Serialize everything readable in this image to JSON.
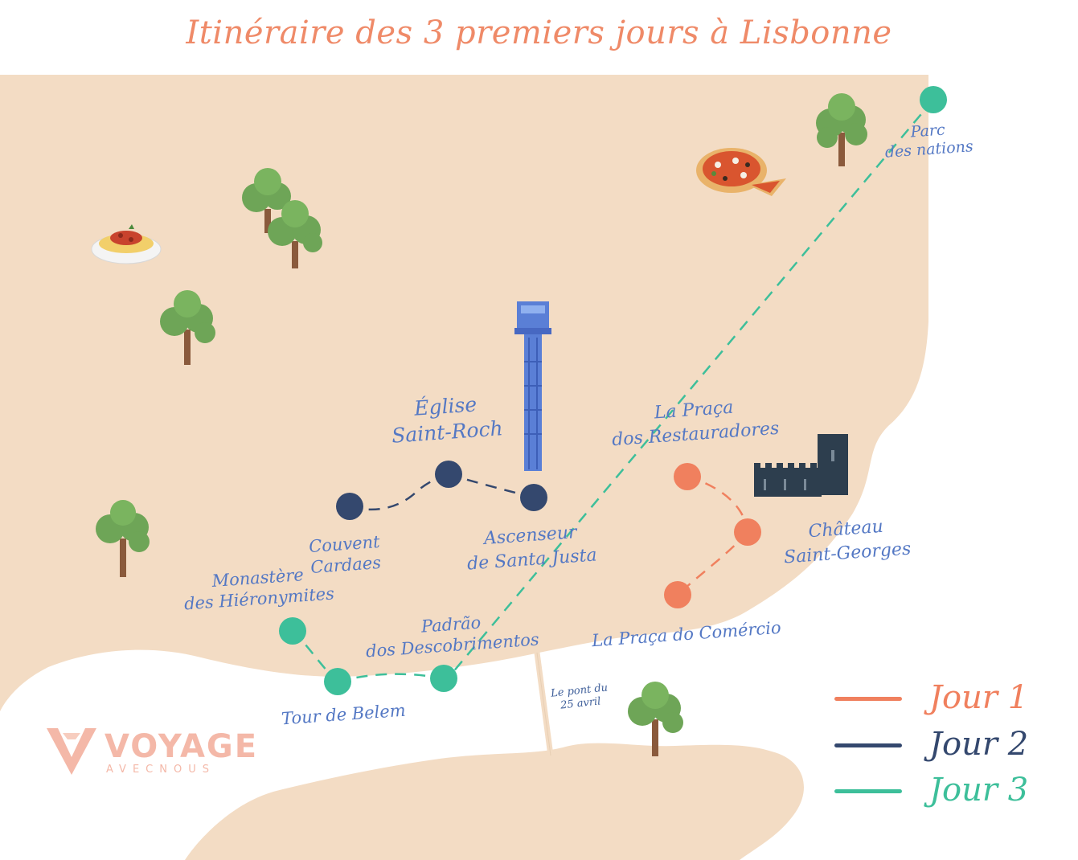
{
  "title": "Itinéraire des 3 premiers jours à Lisbonne",
  "colors": {
    "land": "#f3dcc4",
    "sea": "#ffffff",
    "day1": "#f0805e",
    "day2": "#34486e",
    "day3": "#3dbf9a",
    "label": "#5478c4",
    "tree_leaf": "#6ea557",
    "tree_trunk": "#8a5a3c"
  },
  "days": [
    {
      "label": "Jour 1",
      "color": "#f0805e"
    },
    {
      "label": "Jour 2",
      "color": "#34486e"
    },
    {
      "label": "Jour 3",
      "color": "#3dbf9a"
    }
  ],
  "places": {
    "parc_nations": "Parc\ndes nations",
    "eglise": "Église\nSaint-Roch",
    "restauradores": "La Praça\ndos Restauradores",
    "couvent": "Couvent\nCardaes",
    "ascenseur": "Ascenseur\nde Santa Justa",
    "chateau": "Château\nSaint-Georges",
    "monastere": "Monastère\ndes Hiéronymites",
    "padrao": "Padrão\ndos Descobrimentos",
    "comercio": "La Praça do Comércio",
    "belem": "Tour de Belem",
    "pont": "Le pont du\n25 avril"
  },
  "icons": {
    "tree": "tree-icon",
    "pizza": "pizza-icon",
    "pasta": "spaghetti-icon",
    "elevator": "santa-justa-elevator-icon",
    "castle": "castle-icon",
    "logo": "voyage-logo-icon"
  },
  "logo": {
    "word": "VOYAGE",
    "sub": "AVECNOUS"
  }
}
